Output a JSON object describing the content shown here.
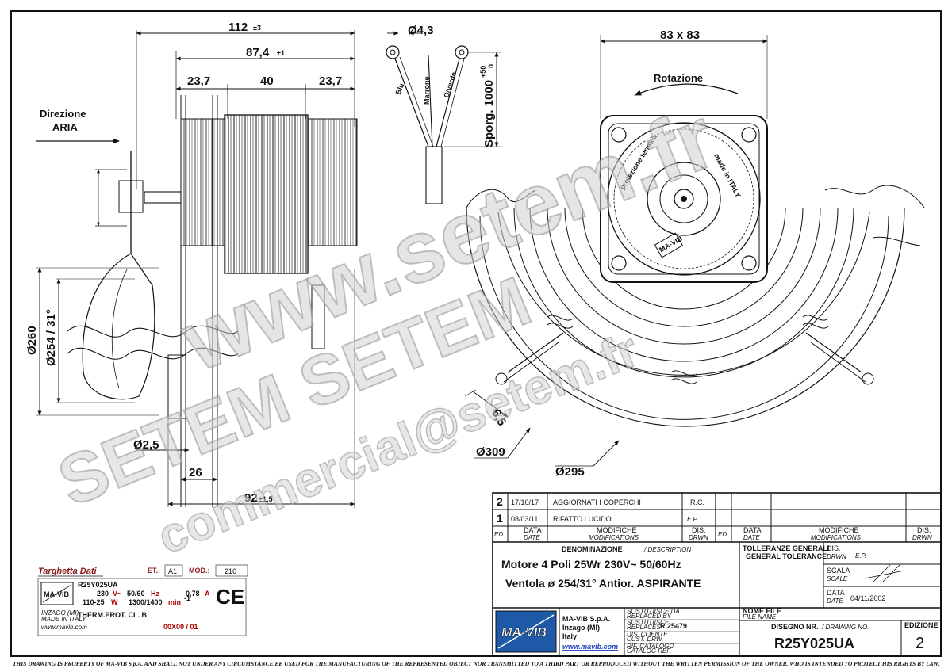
{
  "dimensions": {
    "overall_length": "112",
    "overall_length_tol": "±3",
    "body_length": "87,4",
    "body_length_tol": "±1",
    "seg_left": "23,7",
    "seg_mid": "40",
    "seg_right": "23,7",
    "hole_dia": "Ø4,3",
    "flange": "83 x 83",
    "sporgenza": "Sporg. 1000",
    "sporgenza_tol_up": "+50",
    "sporgenza_tol_dn": "0",
    "dia_260": "Ø260",
    "dia_254": "Ø254 / 31°",
    "dia_2_5": "Ø2,5",
    "d_26": "26",
    "d_92": "92",
    "d_92_tol": "±1,5",
    "d_6_5": "6,5",
    "dia_309": "Ø309",
    "dia_295": "Ø295"
  },
  "labels": {
    "air_direction_1": "Direzione",
    "air_direction_2": "ARIA",
    "rotation": "Rotazione",
    "wire_blue": "Blu",
    "wire_brown": "Marrone",
    "wire_yg": "G/verde",
    "motor_text_1": "protezione termica",
    "motor_text_2": "made in ITALY"
  },
  "watermark": {
    "line1": "www.setem.fr",
    "line2": "SETEM SETEM",
    "line3": "commercial@setem.fr"
  },
  "nameplate": {
    "title": "Targhetta Dati",
    "et_label": "ET.:",
    "et_value": "A1",
    "mod_label": "MOD.:",
    "mod_value": "216",
    "model": "R25Y025UA",
    "line1_a": "230",
    "line1_b": "V~",
    "line1_c": "50/60",
    "line1_d": "Hz",
    "current": "0,78",
    "current_unit": "A",
    "line2_a": "110-25",
    "line2_b": "W",
    "line2_c": "1300/1400",
    "line2_d": "min",
    "line2_e": "-1",
    "therm": "THERM.PROT. CL. B",
    "code": "00X00 / 01",
    "maker_1": "INZAGO (MI)",
    "maker_2": "MADE IN ITALY",
    "maker_3": "www.mavib.com",
    "ce": "CE"
  },
  "revisions": [
    {
      "ed": "2",
      "date": "17/10/17",
      "desc": "AGGIORNATI I COPERCHI",
      "by": "R.C."
    },
    {
      "ed": "1",
      "date": "08/03/11",
      "desc": "RIFATTO  LUCIDO",
      "by": "E.P."
    }
  ],
  "titleblock": {
    "ed_head": "ED.",
    "data_head": "DATA",
    "date_head": "DATE",
    "mod_head": "MODIFICHE",
    "mods_head": "MODIFICATIONS",
    "dis_head": "DIS.",
    "drwn_head": "DRWN",
    "denominazione": "DENOMINAZIONE",
    "description": "DESCRIPTION",
    "desc_line1": "Motore 4 Poli   25Wr    230V~ 50/60Hz",
    "desc_line2": "Ventola  ø 254/31° Antior. ASPIRANTE",
    "tol_it": "TOLLERANZE GENERALI",
    "tol_en": "GENERAL TOLERANCE",
    "dis_label": "DIS.",
    "drwn_label": "DRWN",
    "drwn_value": "E.P.",
    "scala": "SCALA",
    "scale": "SCALE",
    "data_label": "DATA",
    "date_label": "DATE",
    "date_value": "04/11/2002",
    "company_1": "MA-VIB S.p.A.",
    "company_2": "Inzago (MI)",
    "company_3": "Italy",
    "company_web": "www.mavib.com",
    "logo": "MA-VIB",
    "sost_1": "SOSTITUISCE DA",
    "sost_2": "REPLACED BY",
    "sost_3": "SOSTITUISCE",
    "sost_4": "REPLACES",
    "sost_5": "DIS. CLIENTE",
    "sost_6": "CUST. DRW.",
    "sost_7": "RIF. CATALOGO",
    "sost_8": "CATALOG REF.",
    "replaced_by_value": "R.25479",
    "nome_file": "NOME FILE",
    "file_name": "FILE NAME",
    "disegno_nr": "DISEGNO NR.",
    "drawing_no": "DRAWING NO.",
    "drawing_value": "R25Y025UA",
    "edizione": "EDIZIONE",
    "edizione_value": "2"
  },
  "footer": "THIS DRAWING IS PROPERTY OF MA-VIB S.p.A. AND SHALL NOT UNDER ANY CIRCUMSTANCE BE USED FOR THE MANUFACTURING OF THE REPRESENTED OBJECT NOR TRANSMITTED TO A THIRD PART OR REPRODUCED WITHOUT THE WRITTEN PERMISSION OF THE OWNER, WHO IS INTENDED TO PROTECT HIS RIGHTS BY LAW."
}
